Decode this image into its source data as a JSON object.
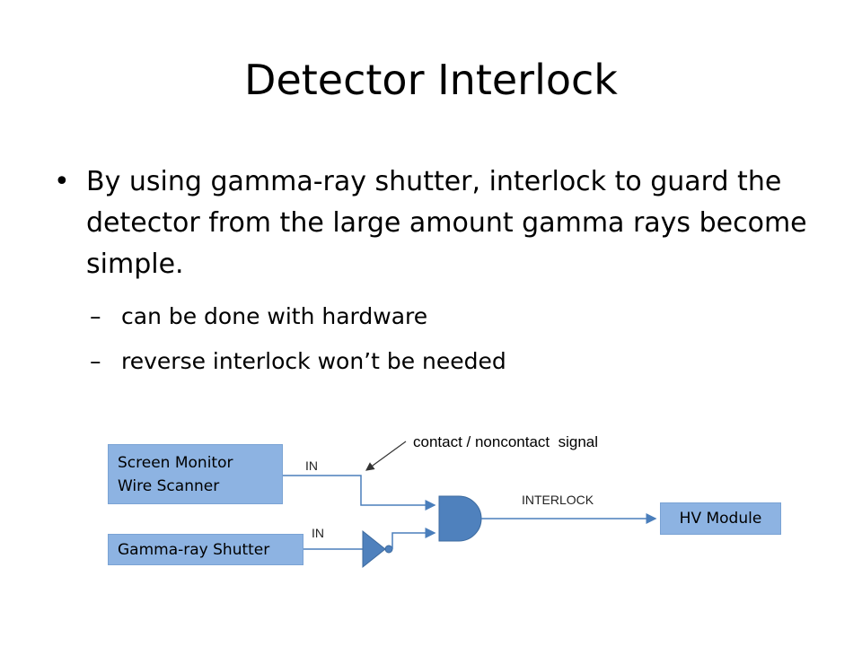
{
  "slide": {
    "title": "Detector Interlock",
    "bullet_main": "By using gamma-ray shutter, interlock to guard the detector from the large amount gamma rays become simple.",
    "sub_bullets": [
      "can be done with hardware",
      "reverse interlock won’t be needed"
    ],
    "bullet_marker": "•",
    "sub_marker": "–"
  },
  "diagram": {
    "annotation": "contact / noncontact  signal",
    "box_monitor_line1": "Screen Monitor",
    "box_monitor_line2": "Wire Scanner",
    "box_shutter": "Gamma-ray Shutter",
    "box_hv": "HV Module",
    "label_in_top": "IN",
    "label_in_bottom": "IN",
    "label_interlock": "INTERLOCK",
    "colors": {
      "box_fill": "#8db3e2",
      "gate_fill": "#4f81bd",
      "wire": "#4a7ebb"
    }
  }
}
